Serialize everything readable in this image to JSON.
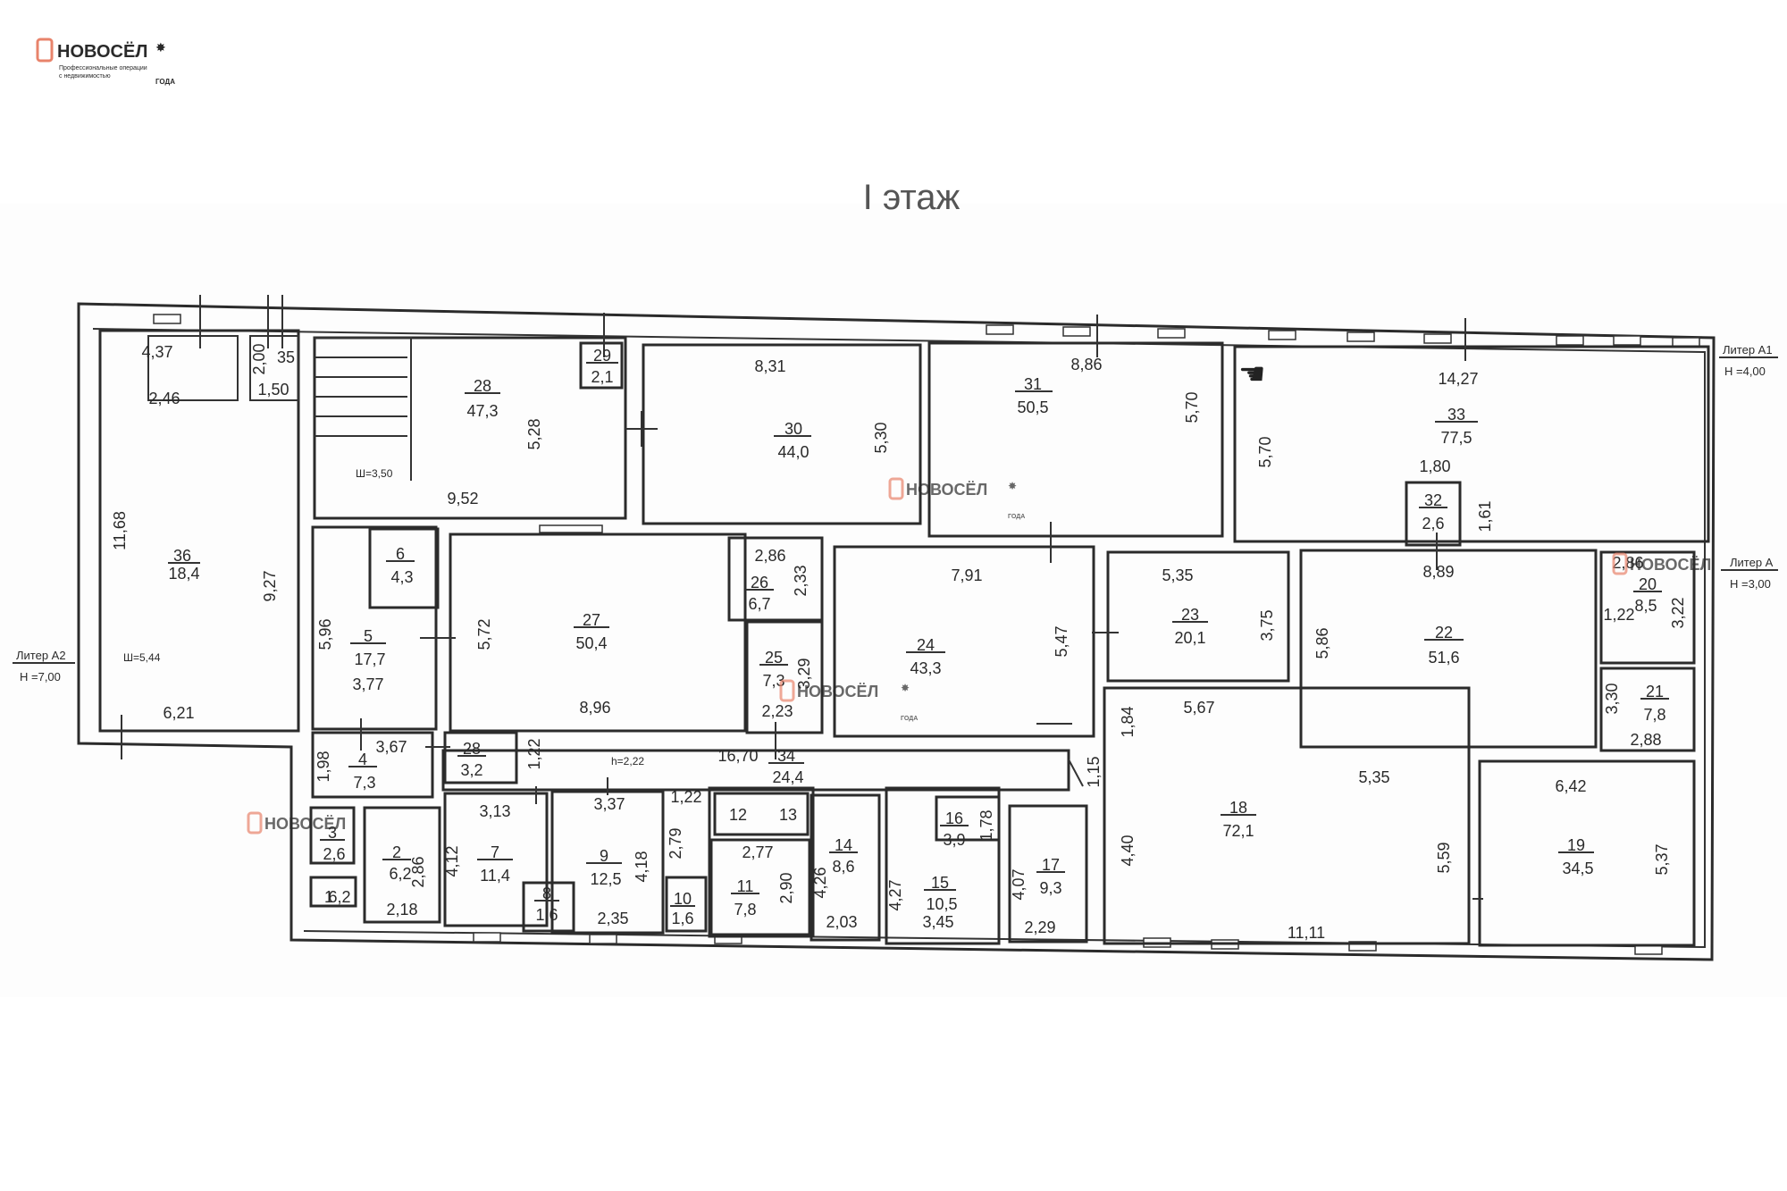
{
  "title_fragment": "I этаж",
  "watermark": {
    "brand": "НОВОСЁЛ",
    "tagline_1": "Профессиональные операции",
    "tagline_2": "с недвижимостью",
    "award": "ГОДА",
    "brand_color": "#e8836b",
    "award_color": "#e2b44b"
  },
  "liter_labels": {
    "a1_name": "Литер А1",
    "a1_height": "Н =4,00",
    "a_name": "Литер А",
    "a_height": "Н =3,00",
    "a2_name": "Литер А2",
    "a2_height": "Н =7,00"
  },
  "rooms": [
    {
      "num": "36",
      "area": "18,4"
    },
    {
      "num": "35",
      "area": ""
    },
    {
      "num": "28",
      "area": "47,3"
    },
    {
      "num": "29",
      "area": "2,1"
    },
    {
      "num": "30",
      "area": "44,0"
    },
    {
      "num": "31",
      "area": "50,5"
    },
    {
      "num": "33",
      "area": "77,5"
    },
    {
      "num": "32",
      "area": "2,6"
    },
    {
      "num": "6",
      "area": "4,3"
    },
    {
      "num": "5",
      "area": "17,7"
    },
    {
      "num": "27",
      "area": "50,4"
    },
    {
      "num": "26",
      "area": "6,7"
    },
    {
      "num": "25",
      "area": "7,3"
    },
    {
      "num": "24",
      "area": "43,3"
    },
    {
      "num": "23",
      "area": "20,1"
    },
    {
      "num": "22",
      "area": "51,6"
    },
    {
      "num": "20",
      "area": "8,5"
    },
    {
      "num": "21",
      "area": "7,8"
    },
    {
      "num": "4",
      "area": "7,3"
    },
    {
      "num": "28",
      "area": "3,2"
    },
    {
      "num": "34",
      "area": "24,4"
    },
    {
      "num": "3",
      "area": "2,6"
    },
    {
      "num": "1",
      "area": "2"
    },
    {
      "num": "2",
      "area": "6,2"
    },
    {
      "num": "7",
      "area": "11,4"
    },
    {
      "num": "8",
      "area": "1,6"
    },
    {
      "num": "9",
      "area": "12,5"
    },
    {
      "num": "10",
      "area": "1,6"
    },
    {
      "num": "12",
      "area": ""
    },
    {
      "num": "13",
      "area": ""
    },
    {
      "num": "11",
      "area": "7,8"
    },
    {
      "num": "14",
      "area": "8,6"
    },
    {
      "num": "15",
      "area": "10,5"
    },
    {
      "num": "16",
      "area": "3,9"
    },
    {
      "num": "17",
      "area": "9,3"
    },
    {
      "num": "18",
      "area": "72,1"
    },
    {
      "num": "19",
      "area": "34,5"
    }
  ],
  "dims": [
    "4,37",
    "2,46",
    "11,68",
    "9,27",
    "6,21",
    "2,00",
    "1,50",
    "5,28",
    "9,52",
    "8,31",
    "5,30",
    "8,86",
    "5,70",
    "14,27",
    "5,70",
    "1,80",
    "1,61",
    "8,89",
    "2,86",
    "1,22",
    "3,22",
    "3,30",
    "2,88",
    "5,86",
    "5,35",
    "3,75",
    "7,91",
    "5,47",
    "2,86",
    "2,33",
    "3,29",
    "2,23",
    "5,72",
    "8,96",
    "5,96",
    "3,77",
    "3,67",
    "1,98",
    "1,22",
    "16,70",
    "1,15",
    "1,84",
    "5,67",
    "5,35",
    "6,42",
    "4,40",
    "5,59",
    "11,11",
    "5,37",
    "3,13",
    "3,37",
    "4,12",
    "4,18",
    "2,35",
    "1,22",
    "2,79",
    "2,77",
    "2,90",
    "4,26",
    "2,03",
    "4,27",
    "3,45",
    "1,78",
    "4,07",
    "2,29",
    "2,86",
    "2,18"
  ],
  "tiny_notes": [
    "Ш=3,50",
    "Ш=5,44",
    "h=2,22"
  ]
}
